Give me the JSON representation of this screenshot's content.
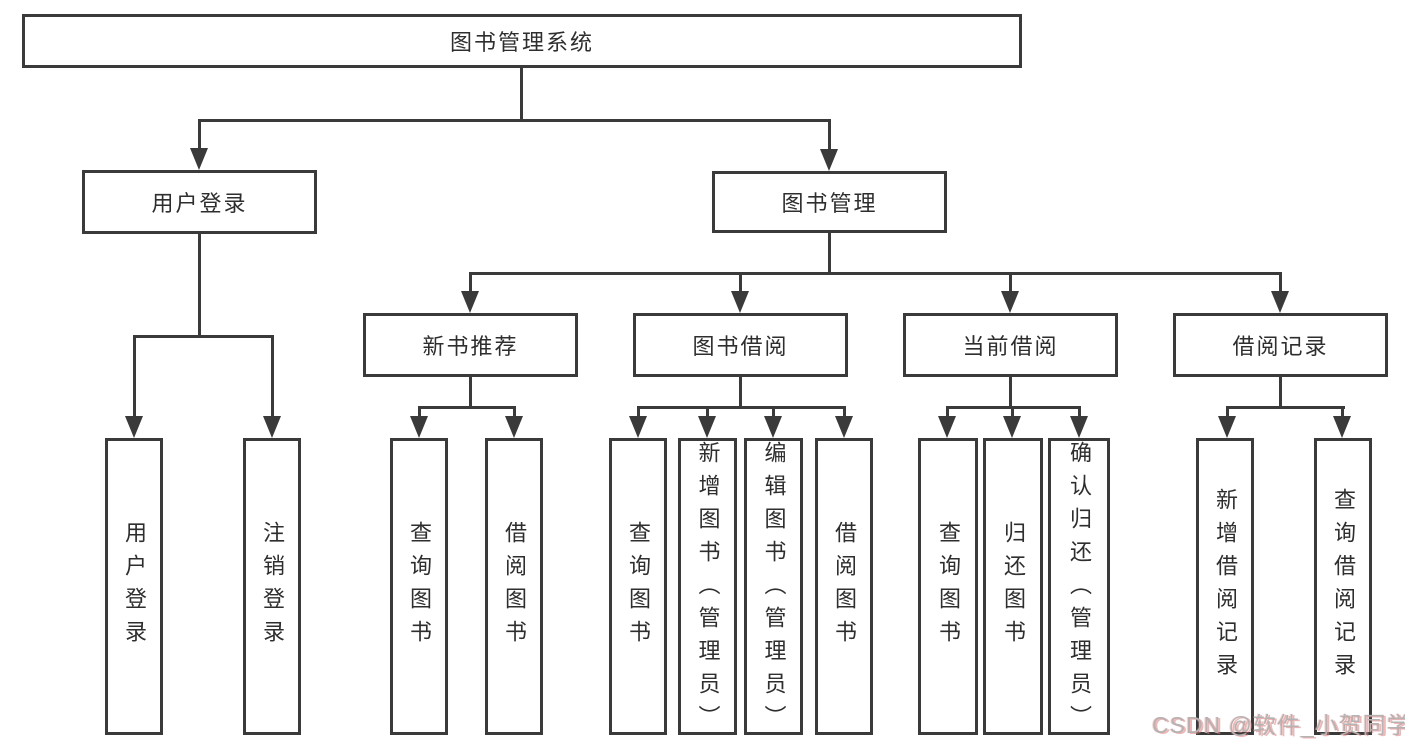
{
  "diagram_type": "hierarchy-tree",
  "tree": {
    "label": "图书管理系统",
    "children": [
      {
        "label": "用户登录",
        "children": [
          {
            "label": "用户登录"
          },
          {
            "label": "注销登录"
          }
        ]
      },
      {
        "label": "图书管理",
        "children": [
          {
            "label": "新书推荐",
            "children": [
              {
                "label": "查询图书"
              },
              {
                "label": "借阅图书"
              }
            ]
          },
          {
            "label": "图书借阅",
            "children": [
              {
                "label": "查询图书"
              },
              {
                "label": "新增图书（管理员）"
              },
              {
                "label": "编辑图书（管理员）"
              },
              {
                "label": "借阅图书"
              }
            ]
          },
          {
            "label": "当前借阅",
            "children": [
              {
                "label": "查询图书"
              },
              {
                "label": "归还图书"
              },
              {
                "label": "确认归还（管理员）"
              }
            ]
          },
          {
            "label": "借阅记录",
            "children": [
              {
                "label": "新增借阅记录"
              },
              {
                "label": "查询借阅记录"
              }
            ]
          }
        ]
      }
    ]
  },
  "watermark": {
    "text": "CSDN @软件_小贺同学"
  },
  "colors": {
    "line": "#3a3a3a",
    "box_border": "#3a3a3a",
    "text": "#2e2e2e",
    "background": "#ffffff",
    "watermark_gray": "#b3b3b3",
    "watermark_red": "#e87878"
  }
}
